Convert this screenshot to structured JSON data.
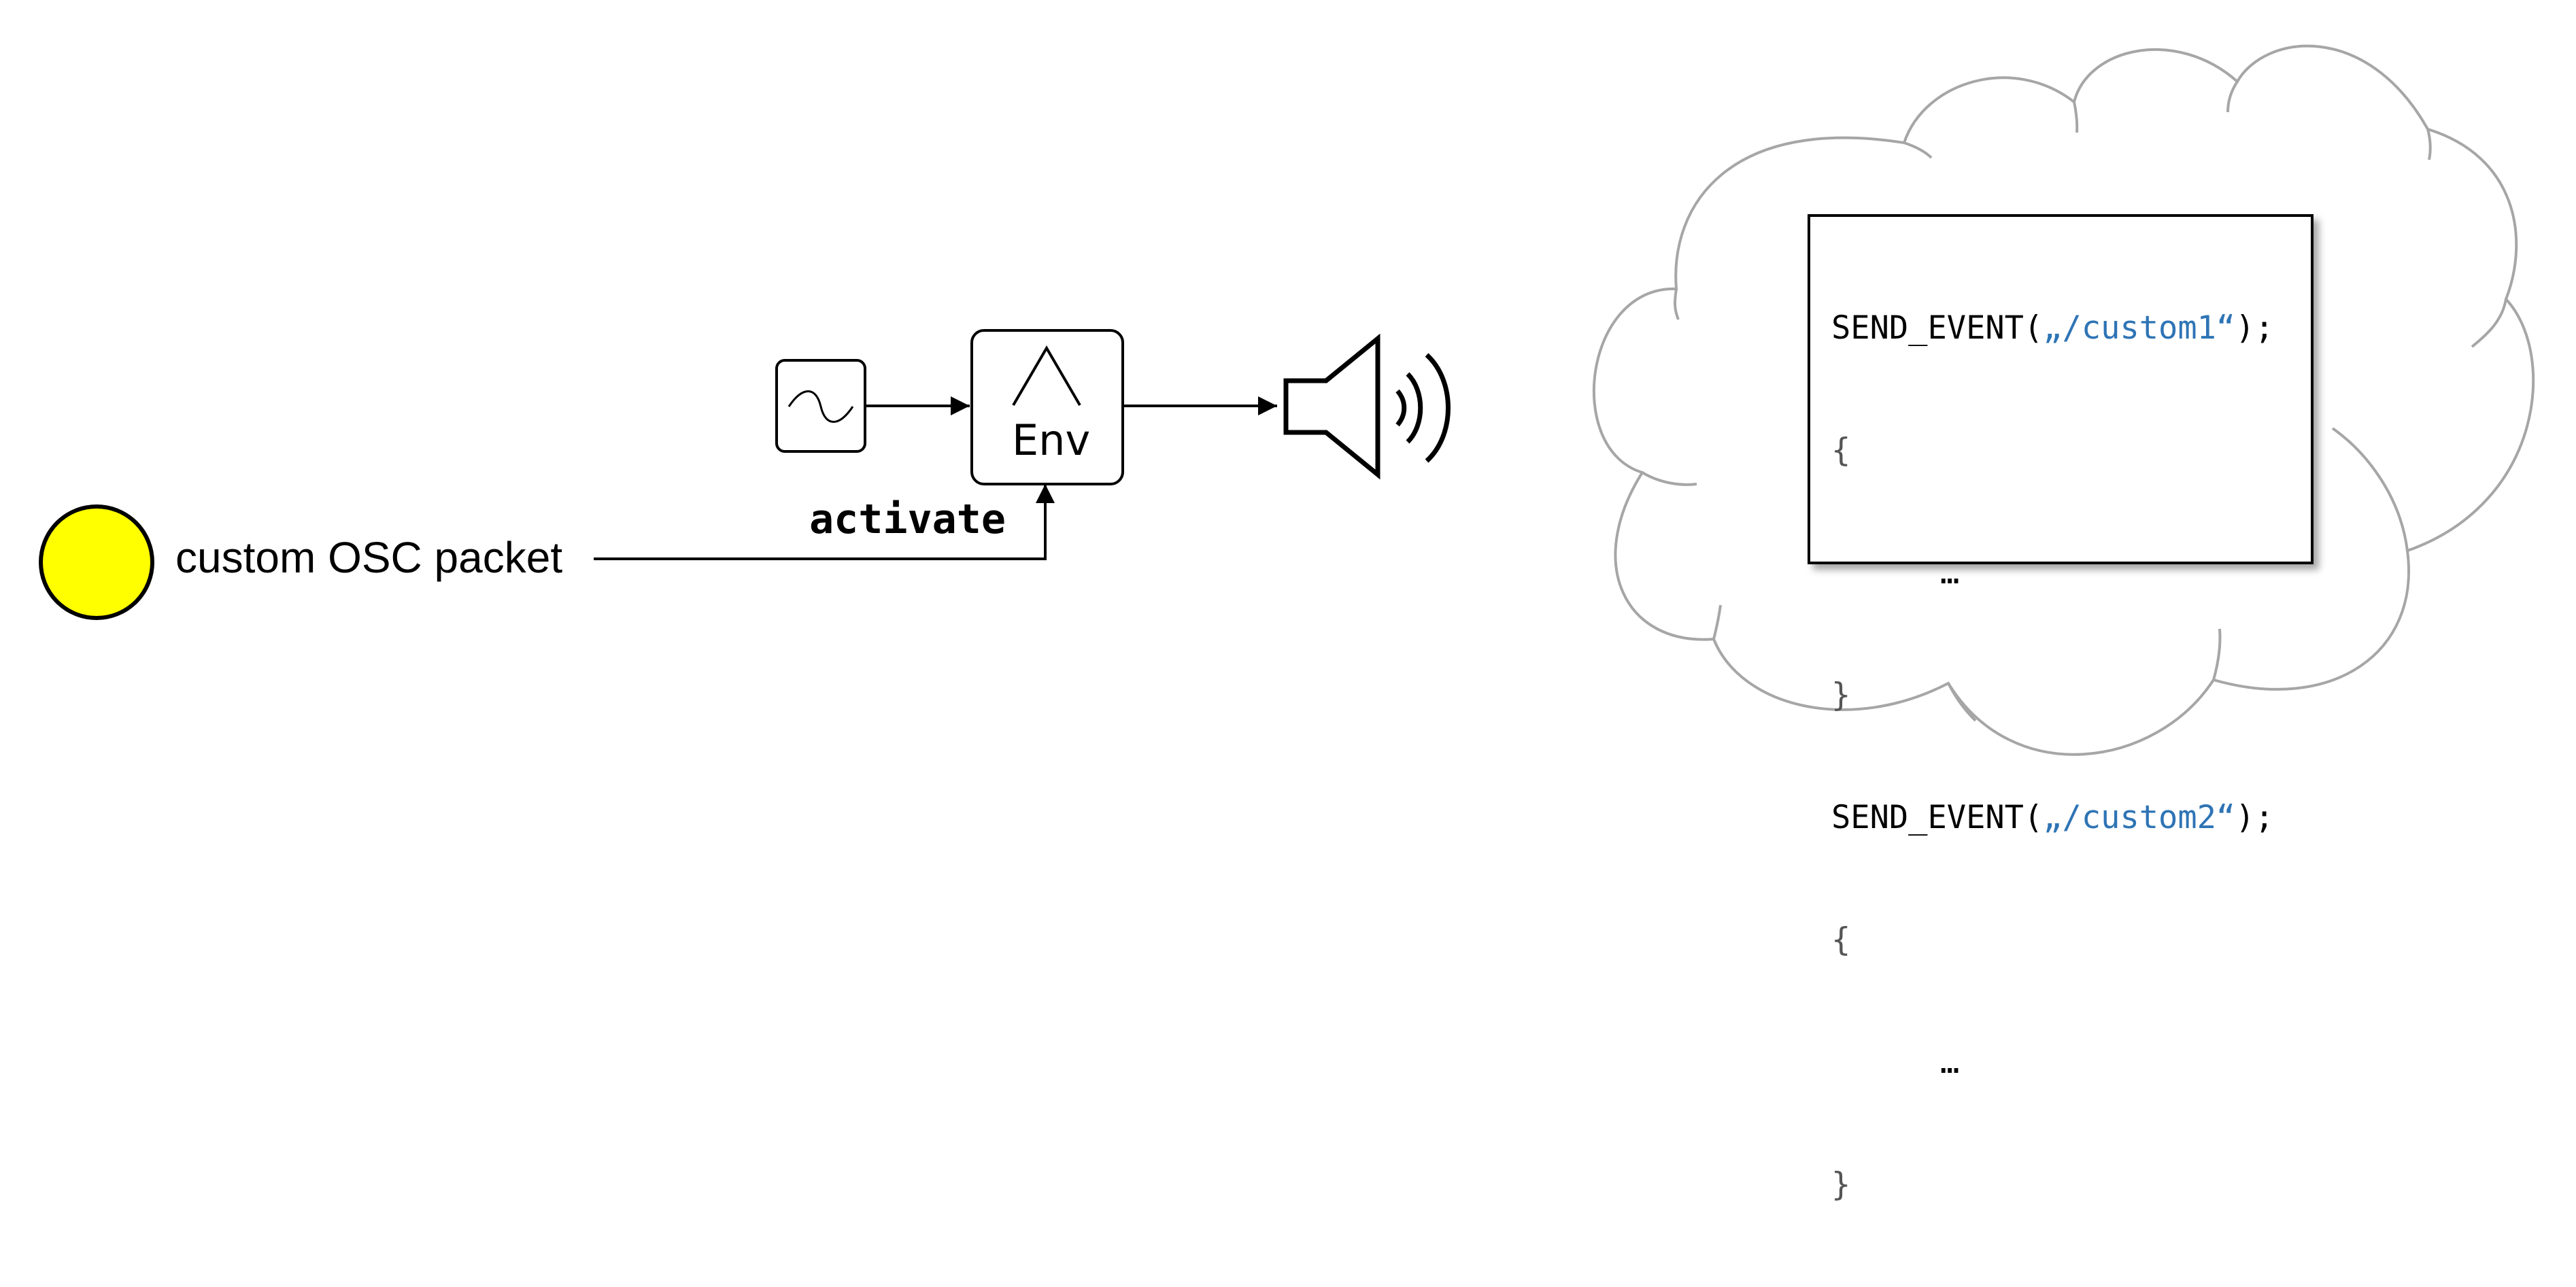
{
  "diagram": {
    "event_source": {
      "label": "custom OSC packet",
      "color": "#ffff00"
    },
    "trigger_label": "activate",
    "oscillator": {
      "icon": "sine-wave-icon"
    },
    "envelope": {
      "label": "Env",
      "icon": "envelope-peak-icon"
    },
    "output": {
      "icon": "speaker-icon"
    },
    "code": {
      "lines": [
        {
          "prefix": "SEND_EVENT(",
          "string": "„/custom1“",
          "suffix": ");"
        },
        {
          "text": "{"
        },
        {
          "text": "…"
        },
        {
          "text": "}"
        },
        {
          "prefix": "SEND_EVENT(",
          "string": "„/custom2“",
          "suffix": ");"
        },
        {
          "text": "{"
        },
        {
          "text": "…"
        },
        {
          "text": "}"
        }
      ],
      "string_color": "#2e74b5"
    },
    "cloud": {
      "icon": "cloud-icon"
    }
  }
}
